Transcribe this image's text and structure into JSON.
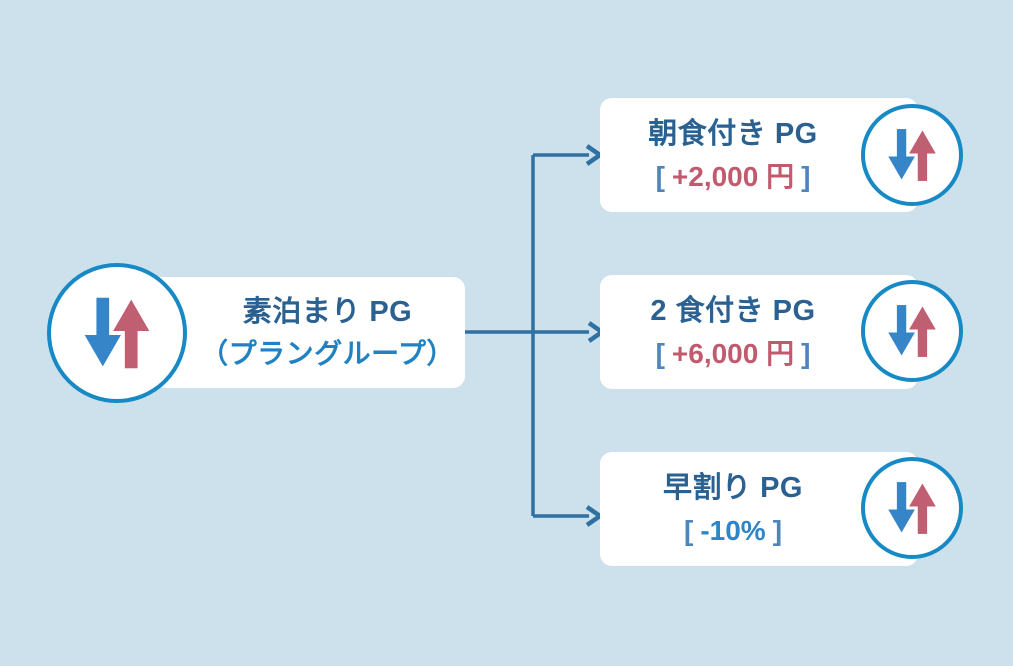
{
  "palette": {
    "bg": "#cce1ec",
    "card": "#ffffff",
    "circle_border": "#1789c4",
    "arrow_down": "#3785c9",
    "arrow_up": "#c05e72",
    "connector": "#2e71a2",
    "title": "#2a6191",
    "subtitle": "#2182c3",
    "bracket": "#4d86ba",
    "surcharge": "#c25a6e",
    "discount": "#2e86c8"
  },
  "icons": {
    "updown": "down-up-arrows-icon"
  },
  "root": {
    "title": "素泊まり PG",
    "subtitle": "（プラングループ）"
  },
  "children": [
    {
      "title": "朝食付き PG",
      "bracket_open": "[",
      "value": "+2,000 円",
      "bracket_close": "]",
      "value_color": "#c25a6e"
    },
    {
      "title": "2 食付き PG",
      "bracket_open": "[",
      "value": "+6,000 円",
      "bracket_close": "]",
      "value_color": "#c25a6e"
    },
    {
      "title": "早割り PG",
      "bracket_open": "[",
      "value": "-10%",
      "bracket_close": "]",
      "value_color": "#2e86c8"
    }
  ]
}
